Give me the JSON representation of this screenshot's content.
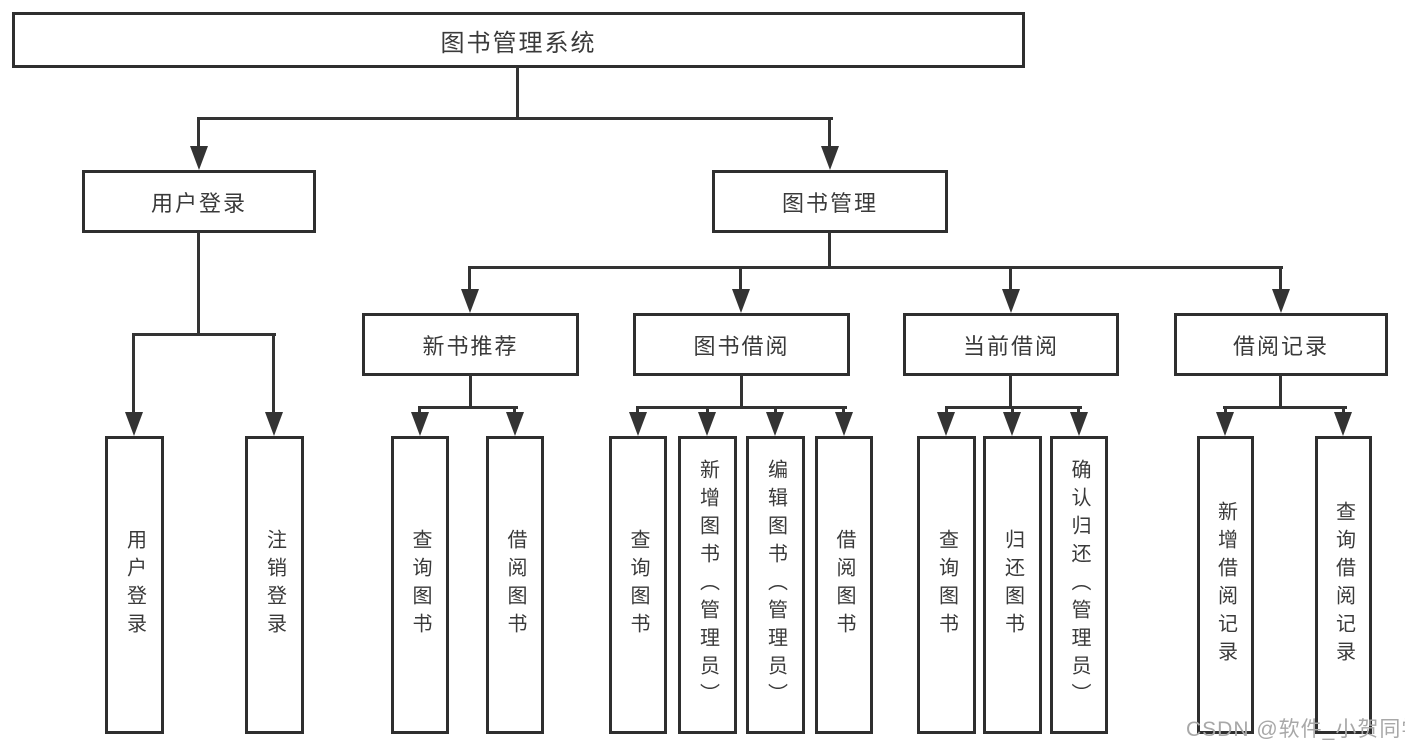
{
  "tree": {
    "root": {
      "label": "图书管理系统"
    },
    "children": [
      {
        "label": "用户登录",
        "children": [
          "用户登录",
          "注销登录"
        ]
      },
      {
        "label": "图书管理",
        "children": [
          {
            "label": "新书推荐",
            "children": [
              "查询图书",
              "借阅图书"
            ]
          },
          {
            "label": "图书借阅",
            "children": [
              "查询图书",
              "新增图书（管理员）",
              "编辑图书（管理员）",
              "借阅图书"
            ]
          },
          {
            "label": "当前借阅",
            "children": [
              "查询图书",
              "归还图书",
              "确认归还（管理员）"
            ]
          },
          {
            "label": "借阅记录",
            "children": [
              "新增借阅记录",
              "查询借阅记录"
            ]
          }
        ]
      }
    ]
  },
  "watermark": {
    "text": "CSDN @软件_小贺同学",
    "color": "#a8a8a8"
  },
  "colors": {
    "line": "#333333",
    "box_border": "#2f2f2f",
    "box_fill": "#ffffff",
    "text": "#3a3a3a",
    "background": "#ffffff"
  }
}
